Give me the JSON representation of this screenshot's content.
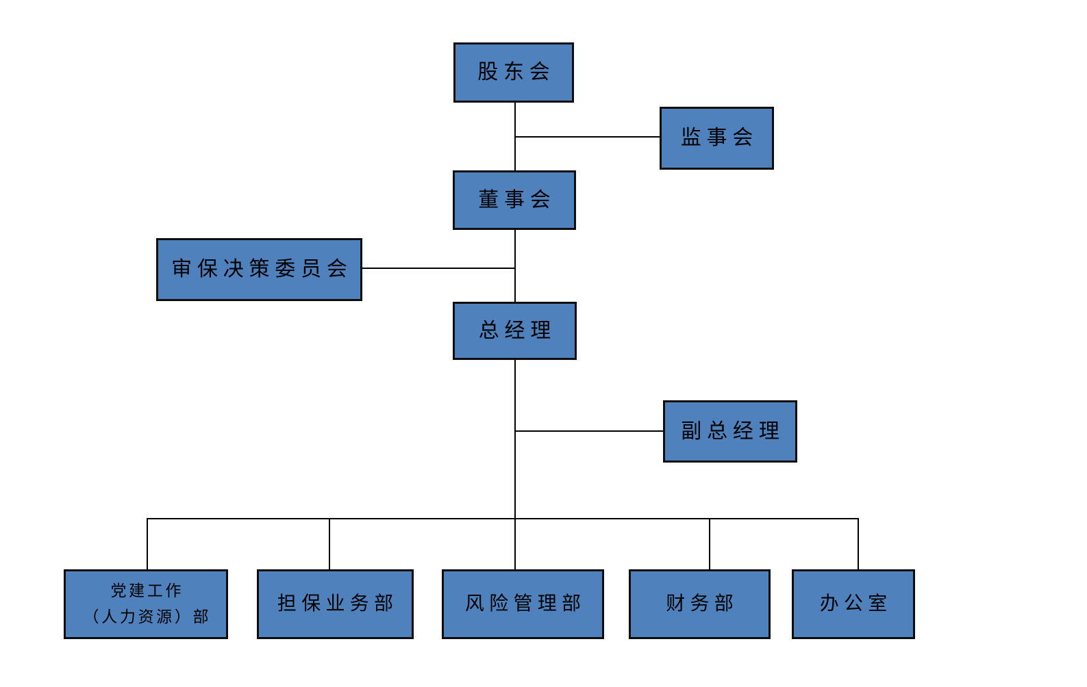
{
  "diagram": {
    "type": "org-chart",
    "background_color": "#ffffff",
    "node_fill_color": "#4f81bd",
    "node_border_color": "#0d0d0d",
    "connector_color": "#000000",
    "text_color": "#000000",
    "nodes": {
      "shareholders_meeting": {
        "label": "股东会"
      },
      "supervisory_board": {
        "label": "监事会"
      },
      "board_of_directors": {
        "label": "董事会"
      },
      "review_guarantee_committee": {
        "label": "审保决策委员会"
      },
      "general_manager": {
        "label": "总经理"
      },
      "deputy_general_manager": {
        "label": "副总经理"
      },
      "party_building_hr_dept": {
        "label_line1": "党建工作",
        "label_line2": "（人力资源）部"
      },
      "guarantee_business_dept": {
        "label": "担保业务部"
      },
      "risk_management_dept": {
        "label": "风险管理部"
      },
      "finance_dept": {
        "label": "财务部"
      },
      "general_office": {
        "label": "办公室"
      }
    },
    "edges": [
      {
        "from": "shareholders_meeting",
        "to": "board_of_directors"
      },
      {
        "from": "shareholders_meeting",
        "to": "supervisory_board"
      },
      {
        "from": "board_of_directors",
        "to": "general_manager"
      },
      {
        "from": "board_of_directors",
        "to": "review_guarantee_committee"
      },
      {
        "from": "general_manager",
        "to": "deputy_general_manager"
      },
      {
        "from": "general_manager",
        "to": "party_building_hr_dept"
      },
      {
        "from": "general_manager",
        "to": "guarantee_business_dept"
      },
      {
        "from": "general_manager",
        "to": "risk_management_dept"
      },
      {
        "from": "general_manager",
        "to": "finance_dept"
      },
      {
        "from": "general_manager",
        "to": "general_office"
      }
    ]
  }
}
